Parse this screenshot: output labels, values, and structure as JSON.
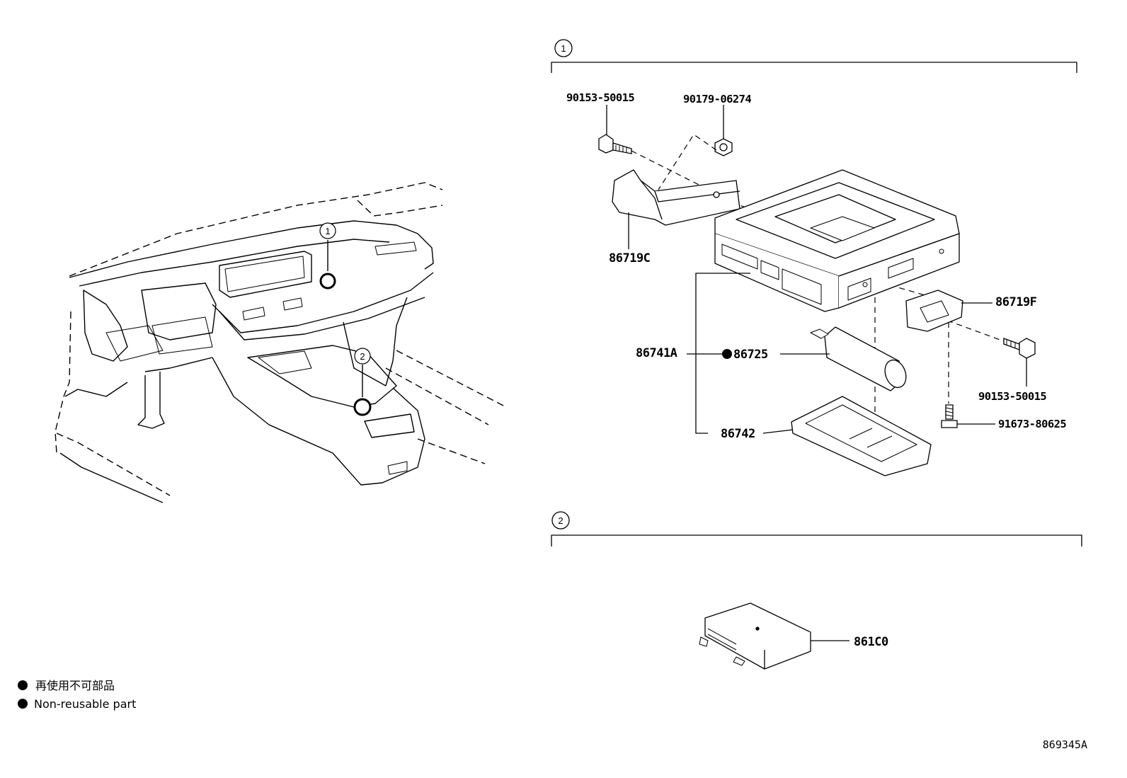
{
  "callouts": {
    "one": "1",
    "two": "2"
  },
  "group1": {
    "parts": {
      "bolt_top_left": "90153-50015",
      "nut_top": "90179-06274",
      "bracket_left": "86719C",
      "bracket_right": "86719F",
      "bolt_right": "90153-50015",
      "assembly": "86741A",
      "battery": "86725",
      "cover": "86742",
      "screw": "91673-80625"
    }
  },
  "group2": {
    "parts": {
      "module": "861C0"
    }
  },
  "legend": {
    "line_jp": "再使用不可部品",
    "line_en": "Non-reusable part"
  },
  "diagram_code": "869345A"
}
